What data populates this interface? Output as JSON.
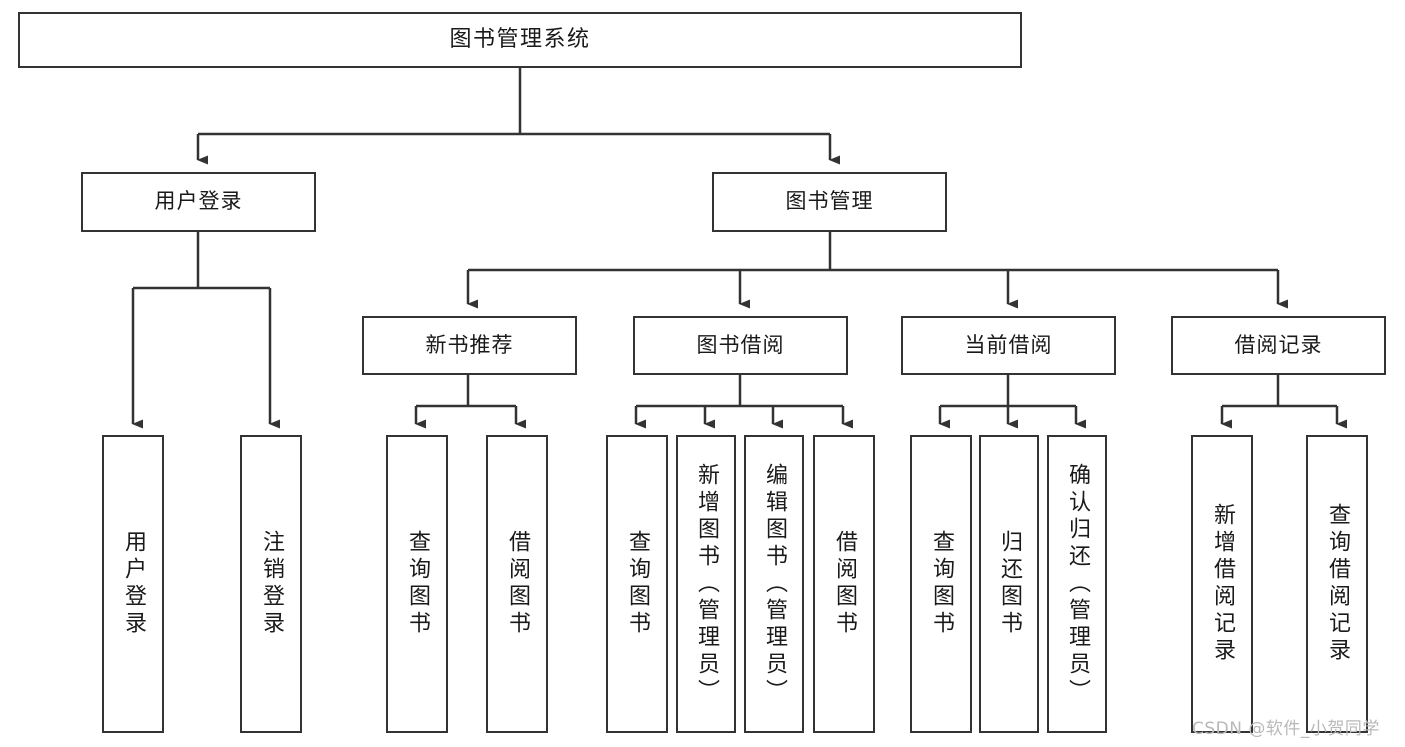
{
  "diagram": {
    "title": "图书管理系统",
    "type": "functional-structure-tree",
    "root": {
      "label": "图书管理系统"
    },
    "level2": [
      {
        "label": "用户登录"
      },
      {
        "label": "图书管理"
      }
    ],
    "level3": [
      {
        "label": "新书推荐"
      },
      {
        "label": "图书借阅"
      },
      {
        "label": "当前借阅"
      },
      {
        "label": "借阅记录"
      }
    ],
    "leaves": {
      "user_login": [
        {
          "label": "用户登录"
        },
        {
          "label": "注销登录"
        }
      ],
      "new_book_recommend": [
        {
          "label": "查询图书"
        },
        {
          "label": "借阅图书"
        }
      ],
      "book_borrow": [
        {
          "label": "查询图书"
        },
        {
          "label": "新增图书（管理员）"
        },
        {
          "label": "编辑图书（管理员）"
        },
        {
          "label": "借阅图书"
        }
      ],
      "current_borrow": [
        {
          "label": "查询图书"
        },
        {
          "label": "归还图书"
        },
        {
          "label": "确认归还（管理员）"
        }
      ],
      "borrow_record": [
        {
          "label": "新增借阅记录"
        },
        {
          "label": "查询借阅记录"
        }
      ]
    }
  },
  "watermark": {
    "text": "CSDN @软件_小贺同学"
  },
  "colors": {
    "stroke": "#333333",
    "fill": "#ffffff",
    "text": "#1a1a1a",
    "watermark": "#b9b9b9"
  }
}
